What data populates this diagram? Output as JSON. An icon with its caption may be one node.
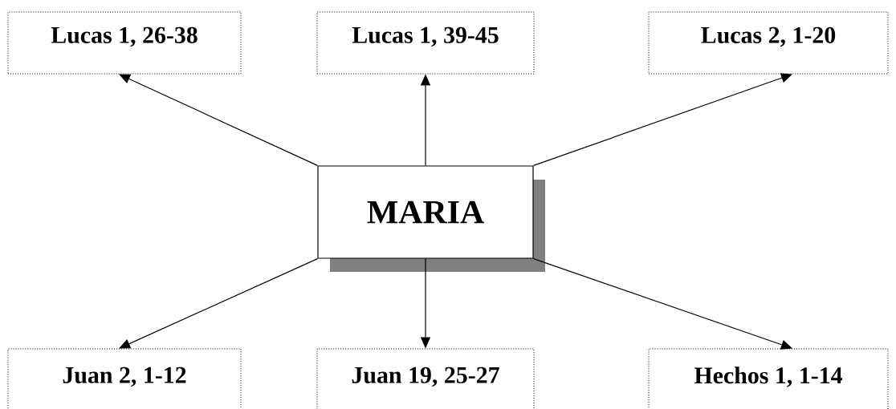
{
  "diagram": {
    "nodes": [
      {
        "text": [
          "MARIA"
        ]
      },
      {
        "text": [
          "Lucas 1, 26-38"
        ]
      },
      {
        "text": [
          "Lucas 1, 39-45"
        ]
      },
      {
        "text": [
          "Lucas 2, 1-20"
        ]
      },
      {
        "text": [
          "Juan 2, 1-12"
        ]
      },
      {
        "text": [
          "Juan 19, 25-27"
        ]
      },
      {
        "text": [
          "Hechos 1, 1-14"
        ]
      }
    ],
    "edges": [
      {
        "from": 0,
        "to": 1,
        "arrow": "to"
      },
      {
        "from": 0,
        "to": 2,
        "arrow": "to"
      },
      {
        "from": 0,
        "to": 3,
        "arrow": "to"
      },
      {
        "from": 0,
        "to": 4,
        "arrow": "to"
      },
      {
        "from": 0,
        "to": 5,
        "arrow": "to"
      },
      {
        "from": 0,
        "to": 6,
        "arrow": "to"
      }
    ]
  }
}
